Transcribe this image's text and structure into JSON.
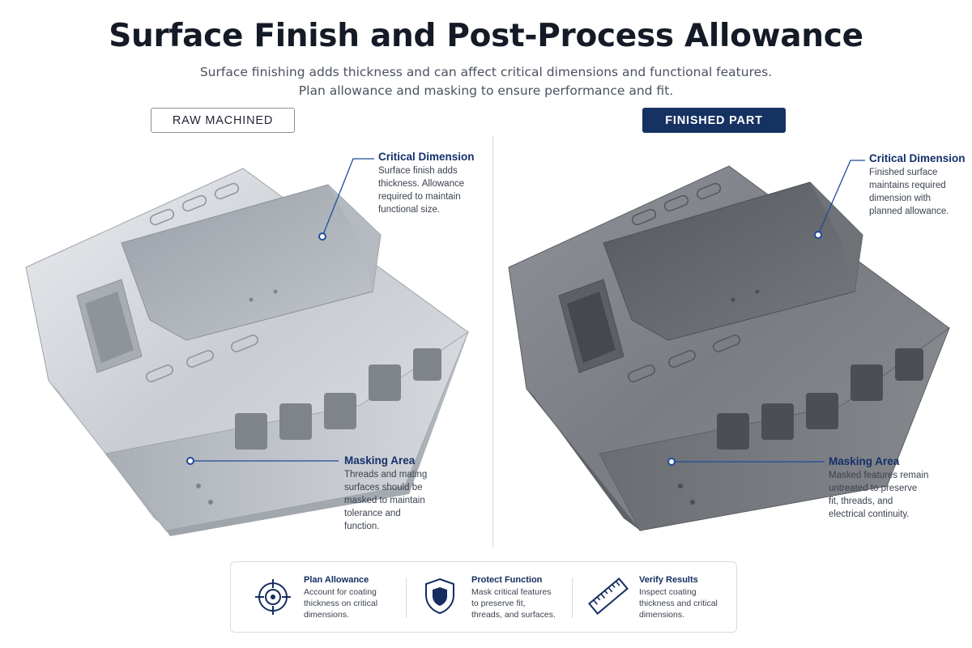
{
  "header": {
    "title": "Surface Finish and Post-Process Allowance",
    "subtitle_line1": "Surface finishing adds thickness and can affect critical dimensions and functional features.",
    "subtitle_line2": "Plan allowance and masking to ensure performance and fit."
  },
  "panels": {
    "raw": {
      "tag": "RAW MACHINED",
      "critical_title": "Critical Dimension",
      "critical_body": "Surface finish adds\nthickness. Allowance\nrequired to maintain\nfunctional size.",
      "masking_title": "Masking Area",
      "masking_body": "Threads and mating\nsurfaces should be\nmasked to maintain\ntolerance and\nfunction."
    },
    "finished": {
      "tag": "FINISHED PART",
      "critical_title": "Critical Dimension",
      "critical_body": "Finished surface\nmaintains required\ndimension with\nplanned allowance.",
      "masking_title": "Masking Area",
      "masking_body": "Masked features remain\nuntreated to preserve\nfit, threads, and\nelectrical continuity."
    }
  },
  "footer": {
    "items": [
      {
        "icon": "target-icon",
        "title": "Plan Allowance",
        "body": "Account for coating\nthickness on critical\ndimensions."
      },
      {
        "icon": "shield-icon",
        "title": "Protect Function",
        "body": "Mask critical features\nto preserve fit,\nthreads, and surfaces."
      },
      {
        "icon": "ruler-icon",
        "title": "Verify Results",
        "body": "Inspect coating\nthickness and critical\ndimensions."
      }
    ]
  },
  "colors": {
    "accent": "#163263",
    "callout_line": "#1e4c9a",
    "raw_metal": "#c9cdd2",
    "finished_metal": "#7d8086"
  }
}
